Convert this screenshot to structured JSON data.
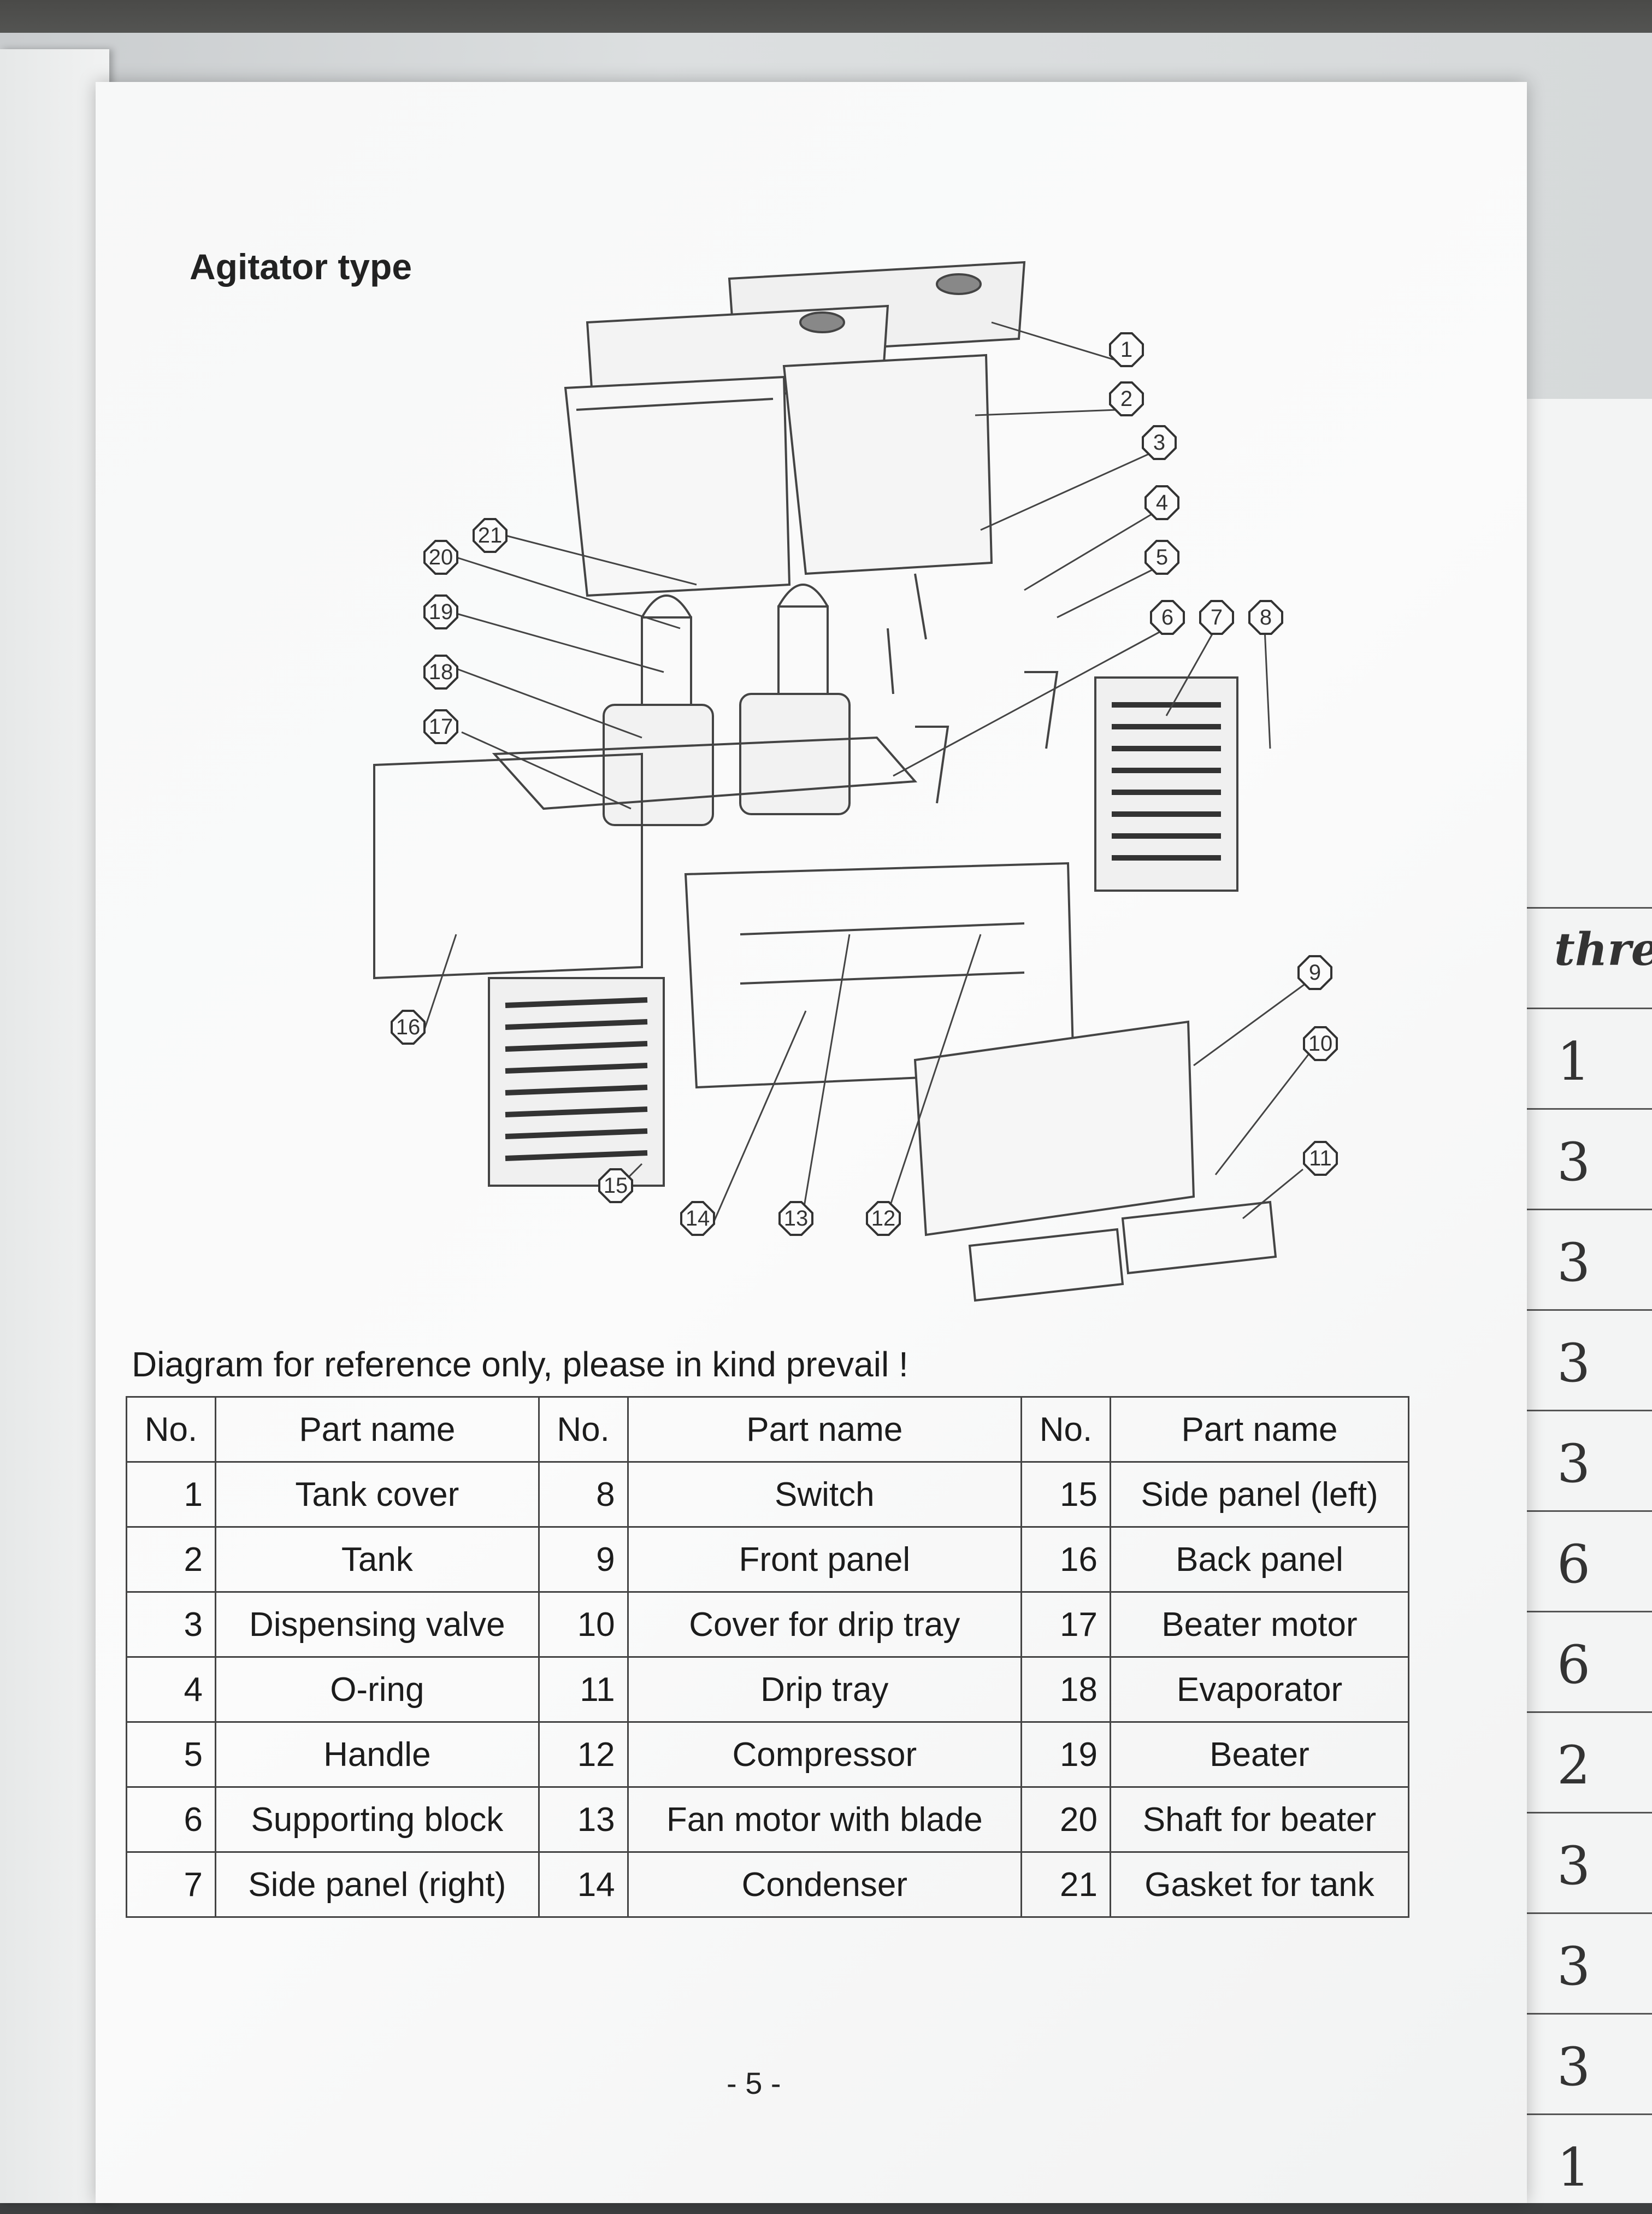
{
  "heading": "Agitator type",
  "callouts": [
    "1",
    "2",
    "3",
    "4",
    "5",
    "6",
    "7",
    "8",
    "9",
    "10",
    "11",
    "12",
    "13",
    "14",
    "15",
    "16",
    "17",
    "18",
    "19",
    "20",
    "21"
  ],
  "note": "Diagram for reference only, please in kind prevail !",
  "table": {
    "headers": [
      "No.",
      "Part name",
      "No.",
      "Part name",
      "No.",
      "Part name"
    ],
    "rows": [
      [
        "1",
        "Tank cover",
        "8",
        "Switch",
        "15",
        "Side panel (left)"
      ],
      [
        "2",
        "Tank",
        "9",
        "Front panel",
        "16",
        "Back panel"
      ],
      [
        "3",
        "Dispensing valve",
        "10",
        "Cover for drip tray",
        "17",
        "Beater motor"
      ],
      [
        "4",
        "O-ring",
        "11",
        "Drip tray",
        "18",
        "Evaporator"
      ],
      [
        "5",
        "Handle",
        "12",
        "Compressor",
        "19",
        "Beater"
      ],
      [
        "6",
        "Supporting block",
        "13",
        "Fan motor with blade",
        "20",
        "Shaft for beater"
      ],
      [
        "7",
        "Side panel (right)",
        "14",
        "Condenser",
        "21",
        "Gasket for tank"
      ]
    ]
  },
  "page_number": "- 5 -",
  "side_sheet": {
    "header": "three",
    "values": [
      "1",
      "3",
      "3",
      "3",
      "3",
      "6",
      "6",
      "2",
      "3",
      "3",
      "3",
      "1"
    ]
  }
}
